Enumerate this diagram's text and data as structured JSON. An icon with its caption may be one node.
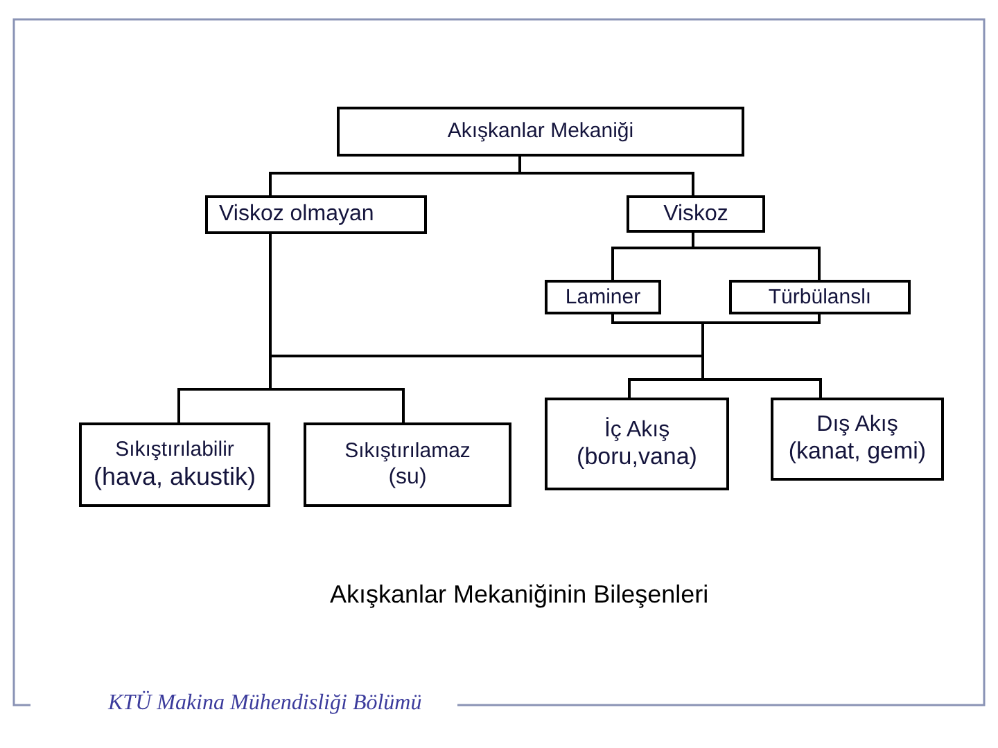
{
  "diagram": {
    "caption": "Akışkanlar Mekaniğinin Bileşenleri",
    "nodes": [
      {
        "text": [
          "Akışkanlar Mekaniği"
        ]
      },
      {
        "text": [
          "Viskoz olmayan"
        ]
      },
      {
        "text": [
          "Viskoz"
        ]
      },
      {
        "text": [
          "Laminer"
        ]
      },
      {
        "text": [
          "Türbülanslı"
        ]
      },
      {
        "text": [
          "Sıkıştırılabilir",
          "(hava, akustik)"
        ]
      },
      {
        "text": [
          "Sıkıştırılamaz",
          "(su)"
        ]
      },
      {
        "text": [
          "İç Akış",
          "(boru,vana)"
        ]
      },
      {
        "text": [
          "Dış Akış",
          "(kanat, gemi)"
        ]
      }
    ],
    "edges": [
      {
        "from": 0,
        "to": 1,
        "arrow": "none"
      },
      {
        "from": 0,
        "to": 2,
        "arrow": "none"
      },
      {
        "from": 1,
        "to": 5,
        "arrow": "none"
      },
      {
        "from": 1,
        "to": 6,
        "arrow": "none"
      },
      {
        "from": 2,
        "to": 3,
        "arrow": "none"
      },
      {
        "from": 2,
        "to": 4,
        "arrow": "none"
      },
      {
        "from": 3,
        "to": 5,
        "arrow": "none"
      },
      {
        "from": 3,
        "to": 6,
        "arrow": "none"
      },
      {
        "from": 3,
        "to": 7,
        "arrow": "none"
      },
      {
        "from": 3,
        "to": 8,
        "arrow": "none"
      },
      {
        "from": 4,
        "to": 5,
        "arrow": "none"
      },
      {
        "from": 4,
        "to": 6,
        "arrow": "none"
      },
      {
        "from": 4,
        "to": 7,
        "arrow": "none"
      },
      {
        "from": 4,
        "to": 8,
        "arrow": "none"
      }
    ],
    "labels": [
      "KTÜ Makina Mühendisliği Bölümü"
    ]
  }
}
